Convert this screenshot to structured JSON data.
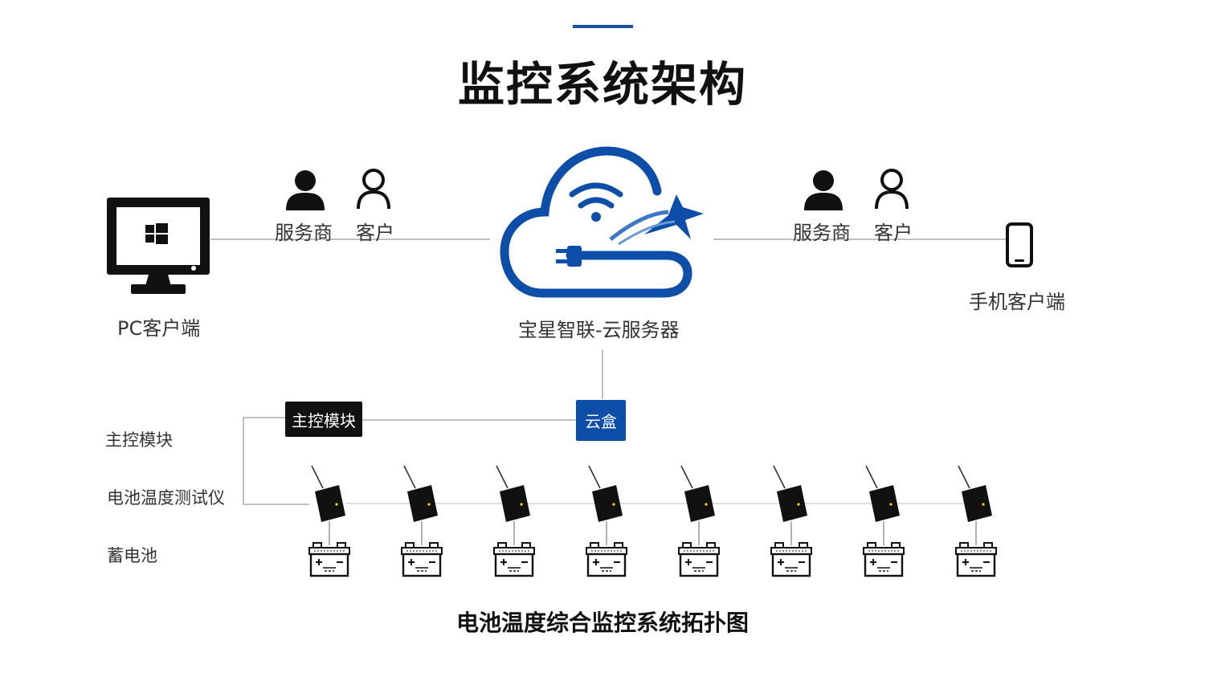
{
  "title": "监控系统架构",
  "colors": {
    "accent": "#1d4fa0",
    "cloud_blue": "#0d4fa8",
    "line": "#999999"
  },
  "pc_client": {
    "label": "PC客户端",
    "icon": "monitor-windows-icon"
  },
  "mobile_client": {
    "label": "手机客户端",
    "icon": "smartphone-icon"
  },
  "left_users": {
    "provider": "服务商",
    "customer": "客户"
  },
  "right_users": {
    "provider": "服务商",
    "customer": "客户"
  },
  "cloud_server": {
    "label": "宝星智联-云服务器",
    "icon": "cloud-wifi-plug-icon"
  },
  "main_module_box": "主控模块",
  "cloud_box": "云盒",
  "row_labels": {
    "main_module": "主控模块",
    "tester": "电池温度测试仪",
    "battery": "蓄电池"
  },
  "device_count": 8,
  "caption": "电池温度综合监控系统拓扑图"
}
